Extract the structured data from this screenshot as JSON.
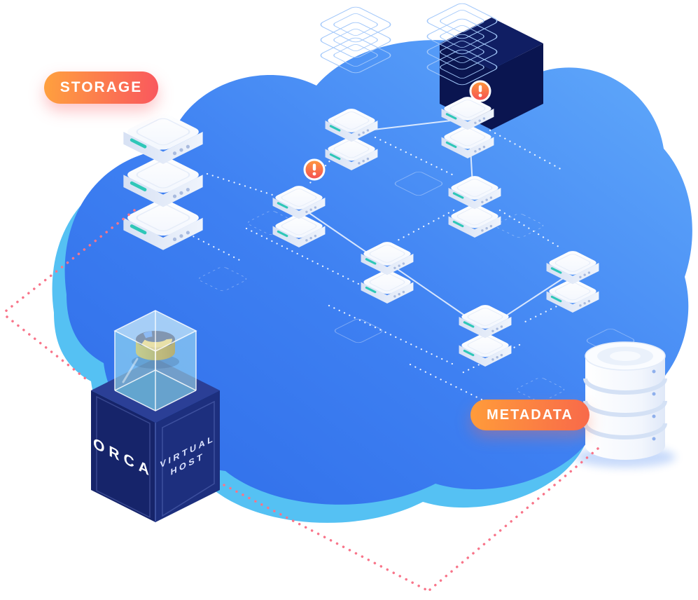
{
  "title": "Cloud storage architecture illustration",
  "badges": {
    "storage": "STORAGE",
    "metadata": "METADATA"
  },
  "cube": {
    "brand": "ORCA",
    "label_line1": "VIRTUAL",
    "label_line2": "HOST"
  },
  "stats": {
    "server_nodes": 7,
    "storage_slabs": 3,
    "warning_count": 2,
    "database_bands": 4
  },
  "icons": {
    "warning-icon": "! in orange circle",
    "database-icon": "cylinder stack",
    "server-stack-icon": "isometric slab stack",
    "cloud-icon": "cloud blob",
    "cube-icon": "isometric cube with glass case"
  },
  "colors": {
    "cloud_light": "#62ABFB",
    "cloud_main": "#3B7DF0",
    "cloud_deep": "#2E6CE8",
    "cloud_underside": "#55C1F3",
    "storage_badge_start": "#FFA13E",
    "storage_badge_end": "#F9575E",
    "metadata_badge_start": "#FF9C3A",
    "metadata_badge_end": "#F8694A",
    "server_top": "#FFFFFF",
    "server_side": "#DCE5F6",
    "accent_teal": "#2FC7B8",
    "warning_red": "#F44E54",
    "cube_navy_left": "#16246A",
    "cube_navy_right": "#1D2F7E",
    "cube_navy_top": "#2B3F96",
    "glass_teal": "#8FE0EA",
    "dotted_pink": "#F8758A",
    "wireframe_blue": "#A3C8FA",
    "dark_navy": "#0A1550"
  }
}
